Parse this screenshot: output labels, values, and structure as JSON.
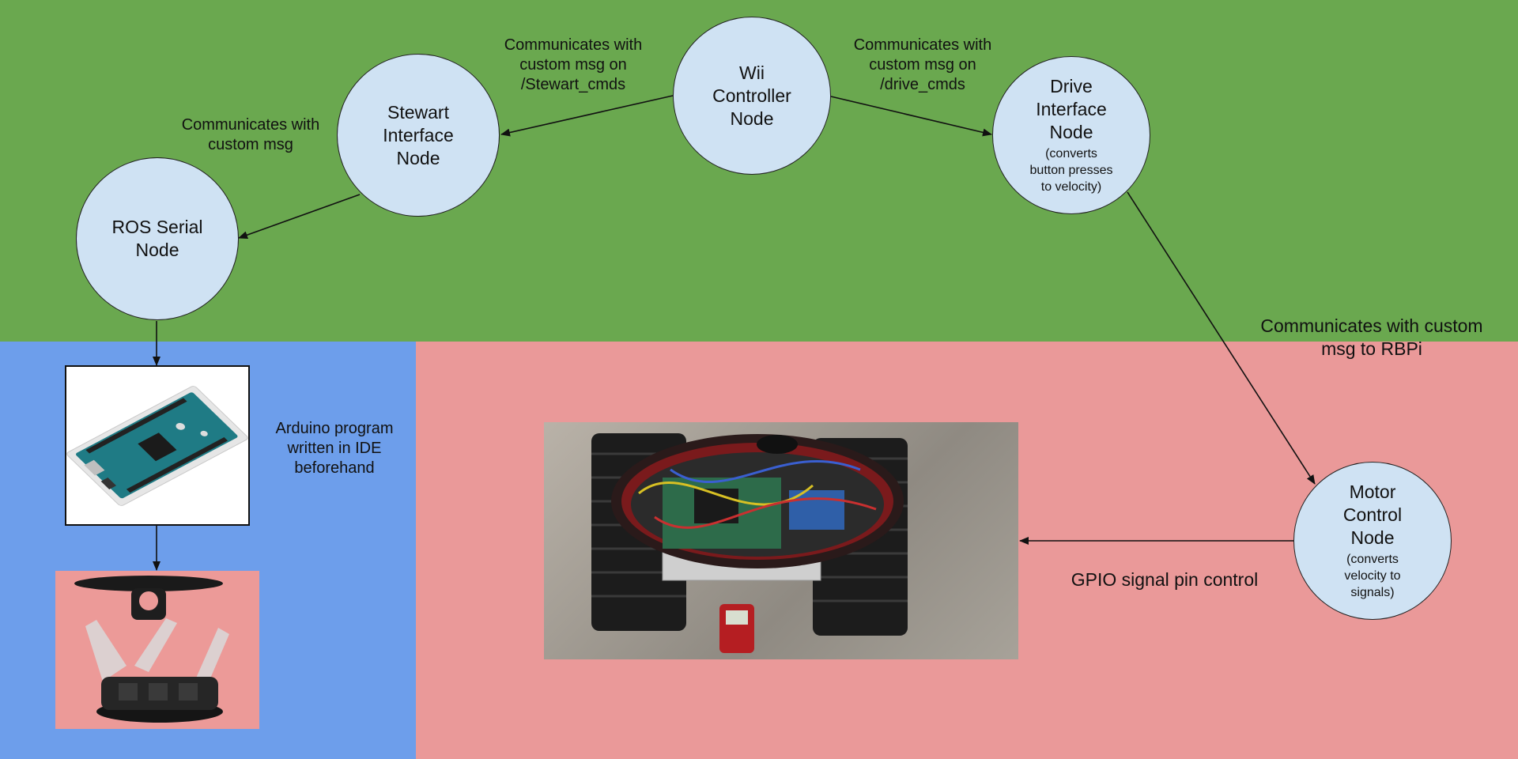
{
  "colors": {
    "top_region": "#6aa84f",
    "left_region": "#6d9eeb",
    "right_region": "#ea9999",
    "node_fill": "#cfe2f3"
  },
  "nodes": {
    "wii": {
      "title": "Wii\nController\nNode"
    },
    "stewart": {
      "title": "Stewart\nInterface\nNode"
    },
    "ros": {
      "title": "ROS Serial\nNode"
    },
    "drive": {
      "title": "Drive\nInterface\nNode",
      "note": "(converts\nbutton presses\nto velocity)"
    },
    "motor": {
      "title": "Motor\nControl\nNode",
      "note": "(converts\nvelocity to\nsignals)"
    }
  },
  "labels": {
    "wii_to_stewart": "Communicates with\ncustom msg on\n/Stewart_cmds",
    "wii_to_drive": "Communicates with\ncustom msg on\n/drive_cmds",
    "stewart_to_ros": "Communicates with\ncustom msg",
    "drive_to_motor": "Communicates with custom\nmsg to RBPi",
    "arduino": "Arduino program\nwritten in IDE\nbeforehand",
    "gpio": "GPIO signal pin control"
  },
  "images": {
    "arduino": "arduino-board-image",
    "stewart": "stewart-platform-image",
    "robot": "tracked-robot-image"
  }
}
